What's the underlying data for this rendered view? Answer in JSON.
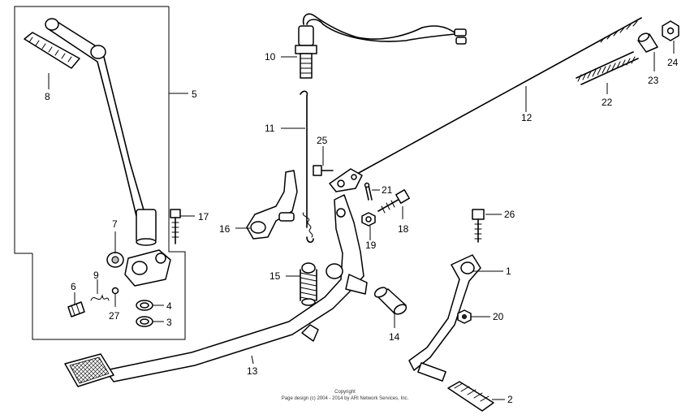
{
  "callouts": {
    "p1": "1",
    "p2": "2",
    "p3": "3",
    "p4": "4",
    "p5": "5",
    "p6": "6",
    "p7": "7",
    "p8": "8",
    "p9": "9",
    "p10": "10",
    "p11": "11",
    "p12": "12",
    "p13": "13",
    "p14": "14",
    "p15": "15",
    "p16": "16",
    "p17": "17",
    "p18": "18",
    "p19": "19",
    "p20": "20",
    "p21": "21",
    "p22": "22",
    "p23": "23",
    "p24": "24",
    "p25": "25",
    "p26": "26",
    "p27": "27"
  },
  "copyright": {
    "line1": "Copyright",
    "line2": "Page design (c) 2004 - 2014 by ARI Network Services, Inc."
  }
}
